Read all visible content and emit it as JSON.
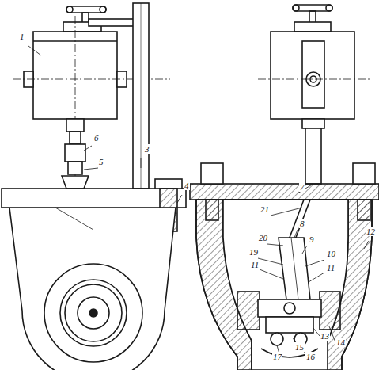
{
  "diagram": {
    "labels": [
      "1",
      "6",
      "5",
      "3",
      "4",
      "7",
      "21",
      "8",
      "9",
      "20",
      "19",
      "11",
      "10",
      "11",
      "12",
      "13",
      "14",
      "15",
      "16",
      "17"
    ]
  }
}
